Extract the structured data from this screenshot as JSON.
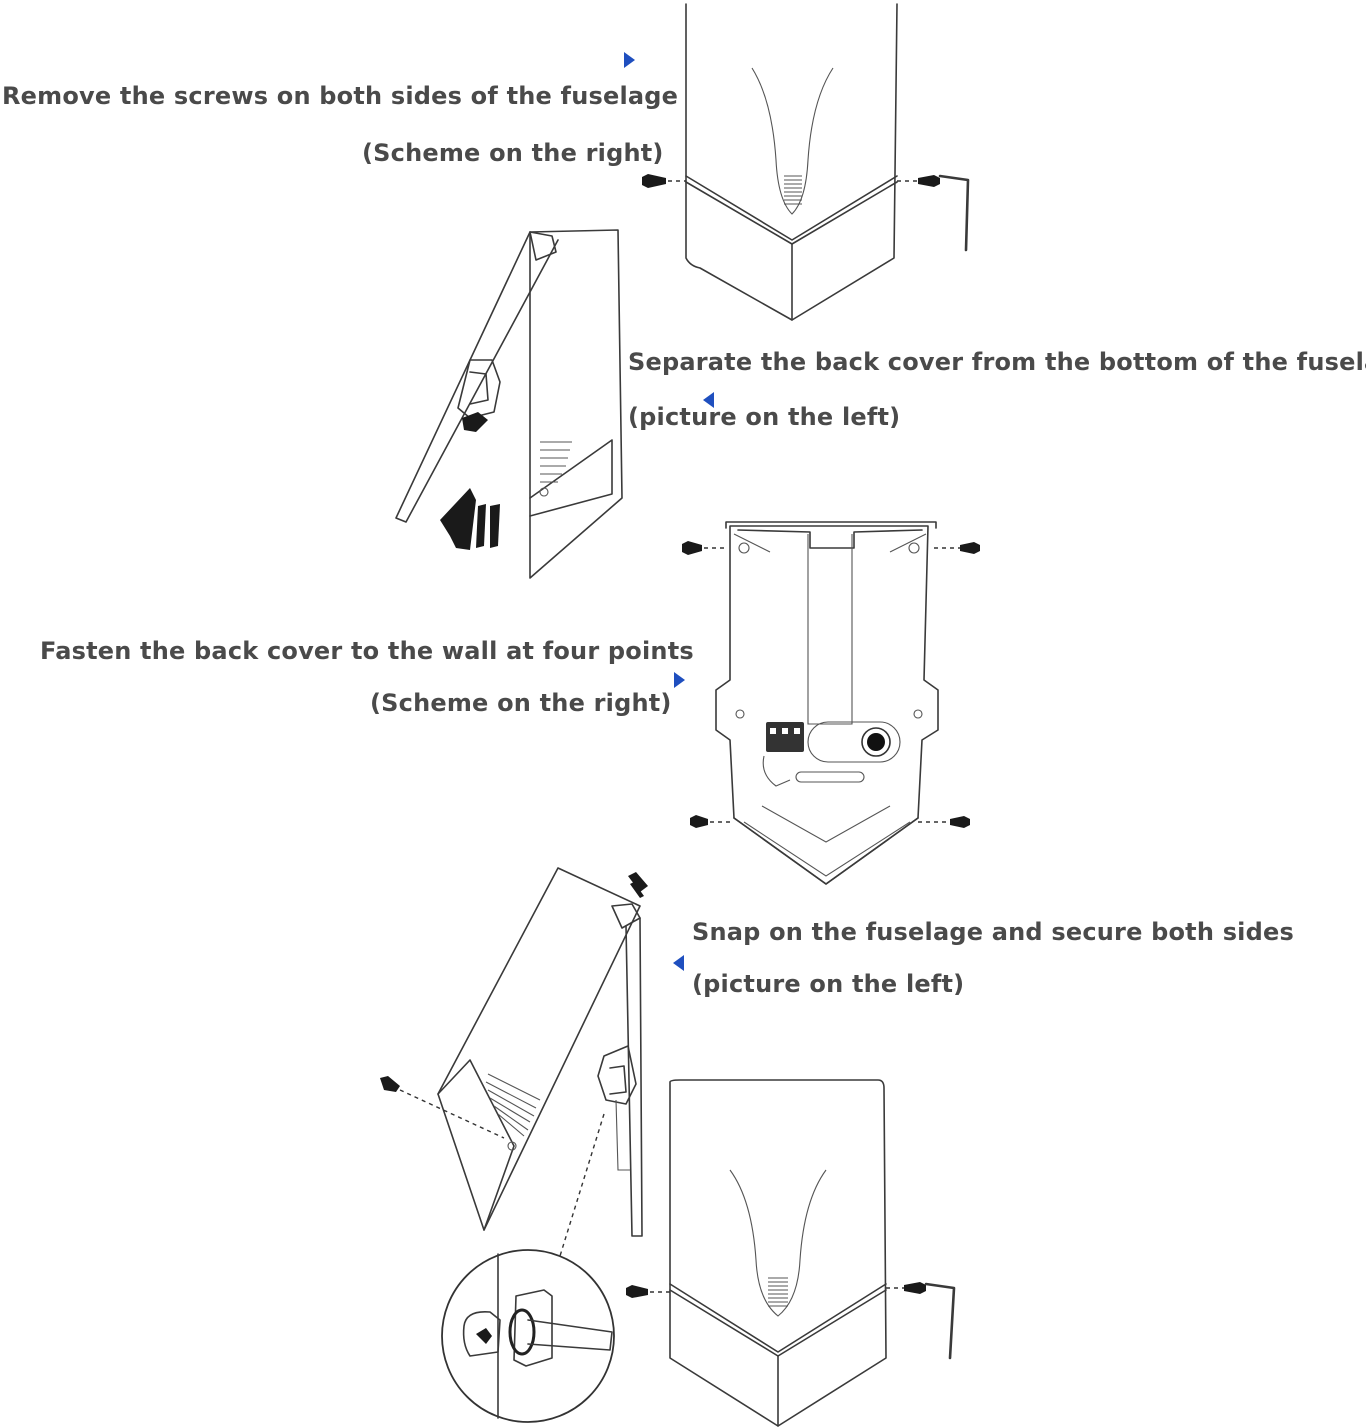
{
  "steps": [
    {
      "line1": "Remove the screws on both sides of the fuselage",
      "line2": "(Scheme on the right)"
    },
    {
      "line1": "Separate the back cover from the bottom of the fuselage",
      "line2": "(picture on the left)"
    },
    {
      "line1": "Fasten the back cover to the wall at four points",
      "line2": "(Scheme on the right)"
    },
    {
      "line1": "Snap on the fuselage and secure both sides",
      "line2": "(picture on the left)"
    }
  ],
  "colors": {
    "text": "#4a4a4a",
    "pointer": "#1f4fbf",
    "line": "#3a3a3a"
  },
  "icons": [
    "pointer-right-icon",
    "pointer-left-icon",
    "screw-icon",
    "allen-key-icon",
    "push-arrow-icon"
  ]
}
